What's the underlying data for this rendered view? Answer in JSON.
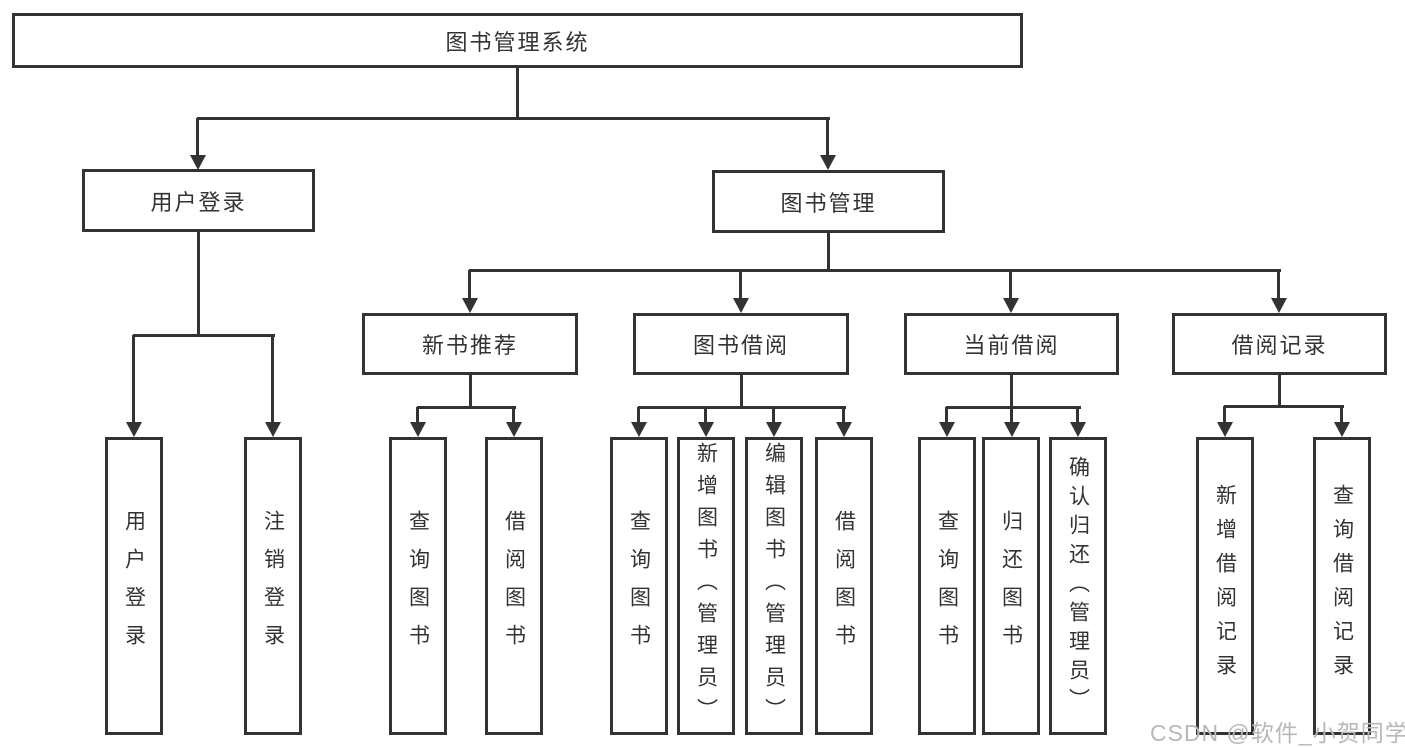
{
  "diagram": {
    "root": {
      "label": "图书管理系统"
    },
    "level2": [
      {
        "label": "用户登录"
      },
      {
        "label": "图书管理"
      }
    ],
    "level3": [
      {
        "label": "新书推荐"
      },
      {
        "label": "图书借阅"
      },
      {
        "label": "当前借阅"
      },
      {
        "label": "借阅记录"
      }
    ],
    "leaves": {
      "user_login": [
        {
          "label": "用户登录"
        },
        {
          "label": "注销登录"
        }
      ],
      "new_book": [
        {
          "label": "查询图书"
        },
        {
          "label": "借阅图书"
        }
      ],
      "book_borrow": [
        {
          "label": "查询图书"
        },
        {
          "label": "新增图书（管理员）"
        },
        {
          "label": "编辑图书（管理员）"
        },
        {
          "label": "借阅图书"
        }
      ],
      "current_borrow": [
        {
          "label": "查询图书"
        },
        {
          "label": "归还图书"
        },
        {
          "label": "确认归还（管理员）"
        }
      ],
      "borrow_record": [
        {
          "label": "新增借阅记录"
        },
        {
          "label": "查询借阅记录"
        }
      ]
    },
    "colors": {
      "line": "#333333",
      "text": "#333333",
      "background": "#ffffff",
      "watermark": "#b8b8b8"
    }
  },
  "watermark": {
    "text": "CSDN @软件_小贺同学"
  }
}
